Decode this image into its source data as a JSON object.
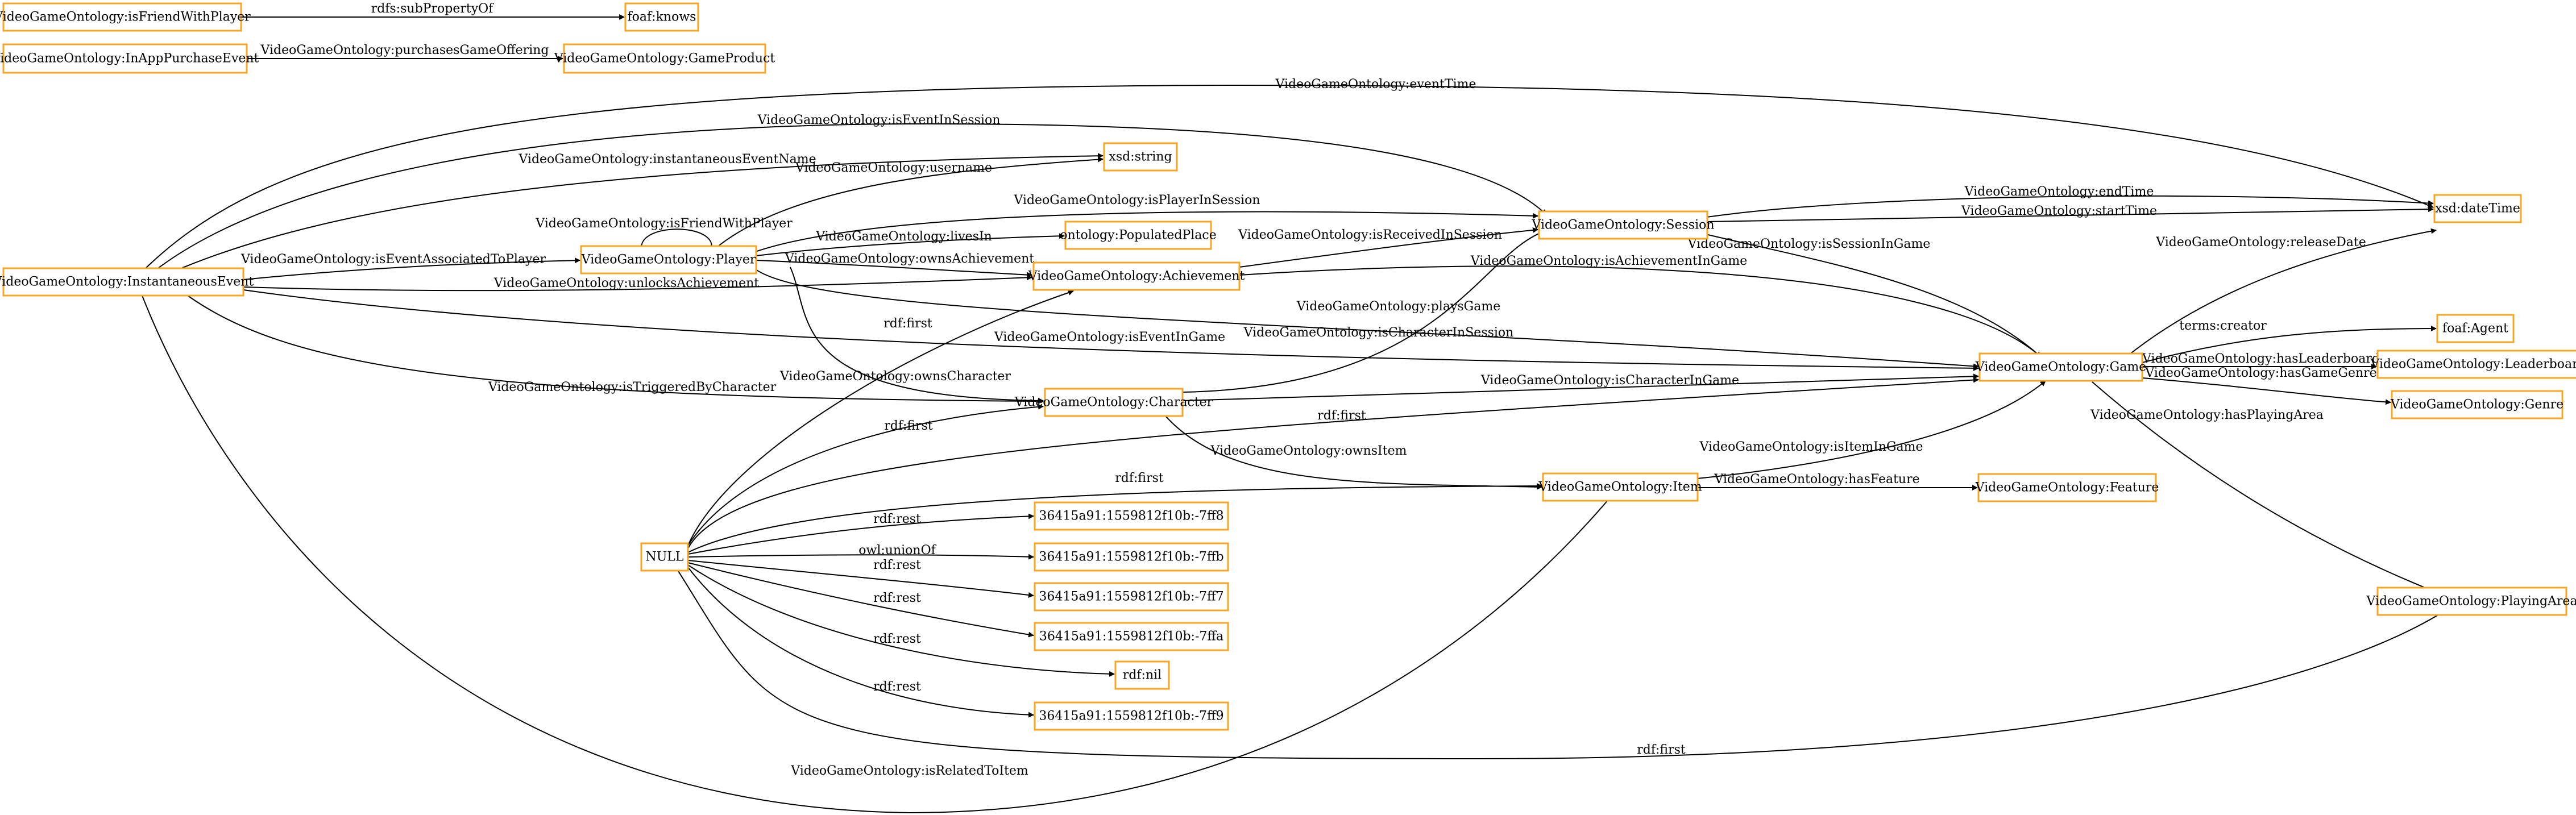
{
  "colors": {
    "node_border": "#f5a623",
    "edge": "#000000",
    "background": "#ffffff"
  },
  "nodes": {
    "isFriendWithPlayer": "VideoGameOntology:isFriendWithPlayer",
    "foafKnows": "foaf:knows",
    "inAppPurchaseEvent": "VideoGameOntology:InAppPurchaseEvent",
    "gameProduct": "VideoGameOntology:GameProduct",
    "instantaneousEvent": "VideoGameOntology:InstantaneousEvent",
    "xsdString": "xsd:string",
    "player": "VideoGameOntology:Player",
    "populatedPlace": "ontology:PopulatedPlace",
    "session": "VideoGameOntology:Session",
    "xsdDateTime": "xsd:dateTime",
    "achievement": "VideoGameOntology:Achievement",
    "game": "VideoGameOntology:Game",
    "foafAgent": "foaf:Agent",
    "leaderboard": "VideoGameOntology:Leaderboard",
    "genre": "VideoGameOntology:Genre",
    "character": "VideoGameOntology:Character",
    "item": "VideoGameOntology:Item",
    "feature": "VideoGameOntology:Feature",
    "nullNode": "NULL",
    "b7ff8": "36415a91:1559812f10b:-7ff8",
    "b7ffb": "36415a91:1559812f10b:-7ffb",
    "b7ff7": "36415a91:1559812f10b:-7ff7",
    "b7ffa": "36415a91:1559812f10b:-7ffa",
    "rdfNil": "rdf:nil",
    "b7ff9": "36415a91:1559812f10b:-7ff9",
    "playingArea": "VideoGameOntology:PlayingArea"
  },
  "edges": [
    {
      "id": "subPropertyOf",
      "label": "rdfs:subPropertyOf"
    },
    {
      "id": "purchasesGameOffering",
      "label": "VideoGameOntology:purchasesGameOffering"
    },
    {
      "id": "eventTime",
      "label": "VideoGameOntology:eventTime"
    },
    {
      "id": "isEventInSession",
      "label": "VideoGameOntology:isEventInSession"
    },
    {
      "id": "instantaneousEventName",
      "label": "VideoGameOntology:instantaneousEventName"
    },
    {
      "id": "username",
      "label": "VideoGameOntology:username"
    },
    {
      "id": "isFriendWithPlayerLoop",
      "label": "VideoGameOntology:isFriendWithPlayer"
    },
    {
      "id": "isPlayerInSession",
      "label": "VideoGameOntology:isPlayerInSession"
    },
    {
      "id": "livesIn",
      "label": "VideoGameOntology:livesIn"
    },
    {
      "id": "isEventAssociatedToPlayer",
      "label": "VideoGameOntology:isEventAssociatedToPlayer"
    },
    {
      "id": "ownsAchievement",
      "label": "VideoGameOntology:ownsAchievement"
    },
    {
      "id": "unlocksAchievement",
      "label": "VideoGameOntology:unlocksAchievement"
    },
    {
      "id": "isReceivedInSession",
      "label": "VideoGameOntology:isReceivedInSession"
    },
    {
      "id": "endTime",
      "label": "VideoGameOntology:endTime"
    },
    {
      "id": "startTime",
      "label": "VideoGameOntology:startTime"
    },
    {
      "id": "isSessionInGame",
      "label": "VideoGameOntology:isSessionInGame"
    },
    {
      "id": "isAchievementInGame",
      "label": "VideoGameOntology:isAchievementInGame"
    },
    {
      "id": "playsGame",
      "label": "VideoGameOntology:playsGame"
    },
    {
      "id": "releaseDate",
      "label": "VideoGameOntology:releaseDate"
    },
    {
      "id": "rdfFirstNullAchievement",
      "label": "rdf:first"
    },
    {
      "id": "isEventInGame",
      "label": "VideoGameOntology:isEventInGame"
    },
    {
      "id": "isCharacterInSession",
      "label": "VideoGameOntology:isCharacterInSession"
    },
    {
      "id": "creator",
      "label": "terms:creator"
    },
    {
      "id": "hasLeaderboard",
      "label": "VideoGameOntology:hasLeaderboard"
    },
    {
      "id": "hasGameGenre",
      "label": "VideoGameOntology:hasGameGenre"
    },
    {
      "id": "isTriggeredByCharacter",
      "label": "VideoGameOntology:isTriggeredByCharacter"
    },
    {
      "id": "ownsCharacter",
      "label": "VideoGameOntology:ownsCharacter"
    },
    {
      "id": "isCharacterInGame",
      "label": "VideoGameOntology:isCharacterInGame"
    },
    {
      "id": "rdfFirstNullGame",
      "label": "rdf:first"
    },
    {
      "id": "rdfFirstNullCharacter",
      "label": "rdf:first"
    },
    {
      "id": "hasPlayingArea",
      "label": "VideoGameOntology:hasPlayingArea"
    },
    {
      "id": "ownsItem",
      "label": "VideoGameOntology:ownsItem"
    },
    {
      "id": "isItemInGame",
      "label": "VideoGameOntology:isItemInGame"
    },
    {
      "id": "rdfFirstNullItem",
      "label": "rdf:first"
    },
    {
      "id": "hasFeature",
      "label": "VideoGameOntology:hasFeature"
    },
    {
      "id": "rdfRest7ff8",
      "label": "rdf:rest"
    },
    {
      "id": "unionOf",
      "label": "owl:unionOf"
    },
    {
      "id": "rdfRest7ff7",
      "label": "rdf:rest"
    },
    {
      "id": "rdfRest7ffa",
      "label": "rdf:rest"
    },
    {
      "id": "rdfRestNil",
      "label": "rdf:rest"
    },
    {
      "id": "rdfRest7ff9",
      "label": "rdf:rest"
    },
    {
      "id": "rdfFirstNullPlayingArea",
      "label": "rdf:first"
    },
    {
      "id": "isRelatedToItem",
      "label": "VideoGameOntology:isRelatedToItem"
    }
  ]
}
